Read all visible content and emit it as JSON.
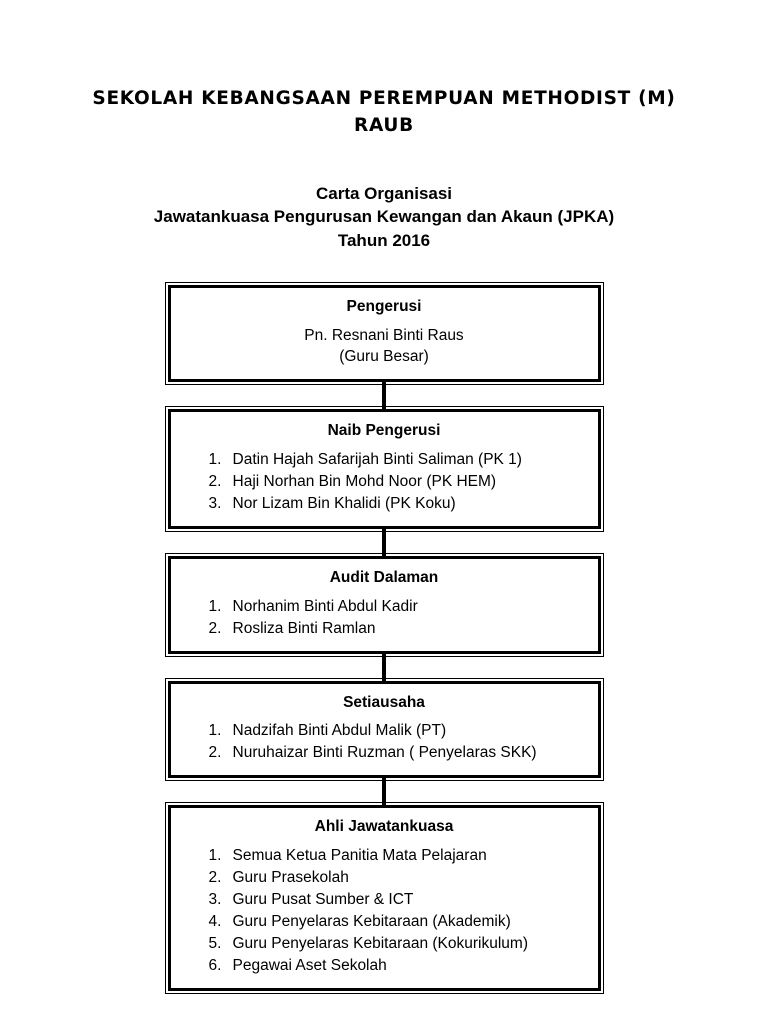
{
  "document": {
    "title_line1": "SEKOLAH KEBANGSAAN PEREMPUAN METHODIST (M)",
    "title_line2": "RAUB",
    "subtitle_line1": "Carta Organisasi",
    "subtitle_line2": "Jawatankuasa Pengurusan Kewangan dan Akaun (JPKA)",
    "subtitle_line3": "Tahun 2016"
  },
  "chart_data": {
    "type": "diagram",
    "title": "Carta Organisasi Jawatankuasa Pengurusan Kewangan dan Akaun (JPKA) Tahun 2016",
    "layout": "vertical-tree",
    "nodes": [
      {
        "id": "pengerusi",
        "title": "Pengerusi",
        "body": [
          "Pn. Resnani Binti Raus",
          "(Guru Besar)"
        ],
        "items": []
      },
      {
        "id": "naib-pengerusi",
        "title": "Naib Pengerusi",
        "body": [],
        "items": [
          "Datin Hajah Safarijah Binti Saliman (PK 1)",
          "Haji Norhan Bin Mohd Noor (PK HEM)",
          "Nor Lizam Bin Khalidi (PK Koku)"
        ]
      },
      {
        "id": "audit-dalaman",
        "title": "Audit Dalaman",
        "body": [],
        "items": [
          "Norhanim Binti Abdul Kadir",
          "Rosliza Binti Ramlan"
        ]
      },
      {
        "id": "setiausaha",
        "title": "Setiausaha",
        "body": [],
        "items": [
          "Nadzifah Binti Abdul Malik (PT)",
          "Nuruhaizar Binti Ruzman ( Penyelaras SKK)"
        ]
      },
      {
        "id": "ahli-jawatankuasa",
        "title": "Ahli Jawatankuasa",
        "body": [],
        "items": [
          "Semua Ketua Panitia Mata Pelajaran",
          "Guru Prasekolah",
          "Guru Pusat Sumber & ICT",
          "Guru Penyelaras Kebitaraan (Akademik)",
          "Guru Penyelaras Kebitaraan (Kokurikulum)",
          "Pegawai Aset Sekolah"
        ]
      }
    ]
  }
}
